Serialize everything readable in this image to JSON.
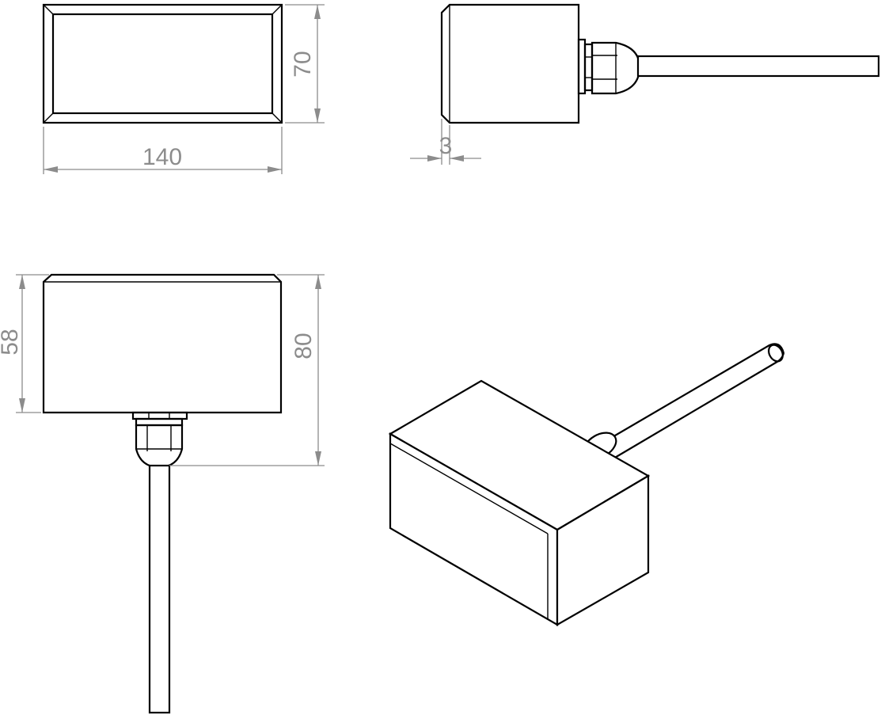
{
  "drawing": {
    "views": [
      "front-view",
      "side-view",
      "top-view",
      "isometric-view"
    ],
    "dimensions": {
      "width": "140",
      "height": "70",
      "lid_offset": "3",
      "body_depth": "58",
      "overall_depth": "80"
    },
    "colors": {
      "outline": "#000000",
      "dimension": "#8c8c8c",
      "background": "#ffffff"
    }
  }
}
